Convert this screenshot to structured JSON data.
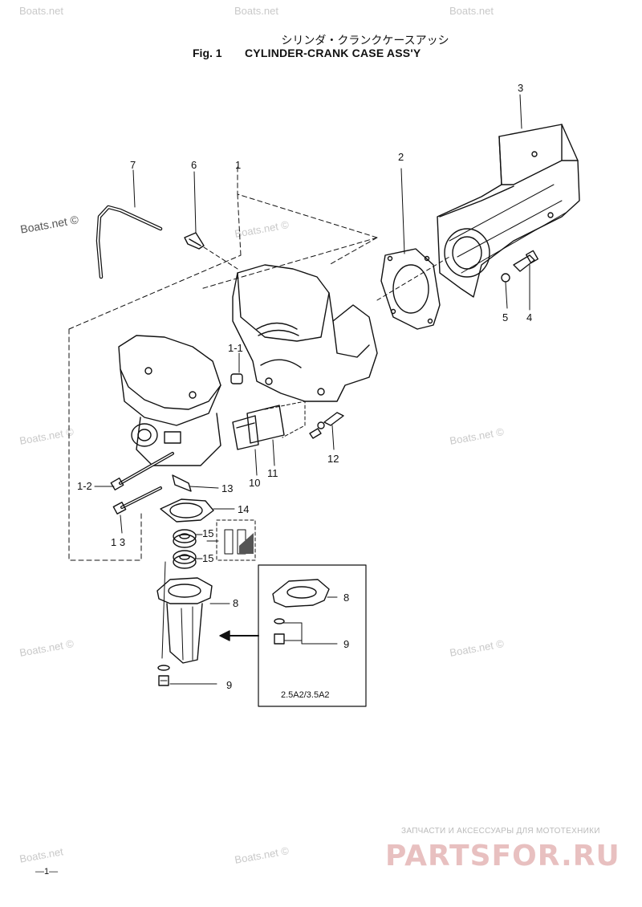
{
  "header": {
    "title_jp": "シリンダ・クランクケースアッシ",
    "fig_label": "Fig. 1",
    "title_en": "CYLINDER-CRANK CASE ASS'Y"
  },
  "watermarks": {
    "text": "Boats.net ©",
    "short": "Boats.net"
  },
  "callouts": {
    "c1": "1",
    "c1_1": "1-1",
    "c1_2": "1-2",
    "c1_3": "1 3",
    "c2": "2",
    "c3": "3",
    "c4": "4",
    "c5": "5",
    "c6": "6",
    "c7": "7",
    "c8": "8",
    "c8b": "8",
    "c9": "9",
    "c9b": "9",
    "c10": "10",
    "c11": "11",
    "c12": "12",
    "c13": "13",
    "c14": "14",
    "c15a": "15",
    "c15b": "15"
  },
  "inset": {
    "variant_label": "2.5A2/3.5A2"
  },
  "footer": {
    "shop_tagline": "ЗАПЧАСТИ И АКСЕССУАРЫ ДЛЯ МОТОТЕХНИКИ",
    "shop_logo": "PARTSFOR.RU",
    "page_number": "—1—"
  }
}
